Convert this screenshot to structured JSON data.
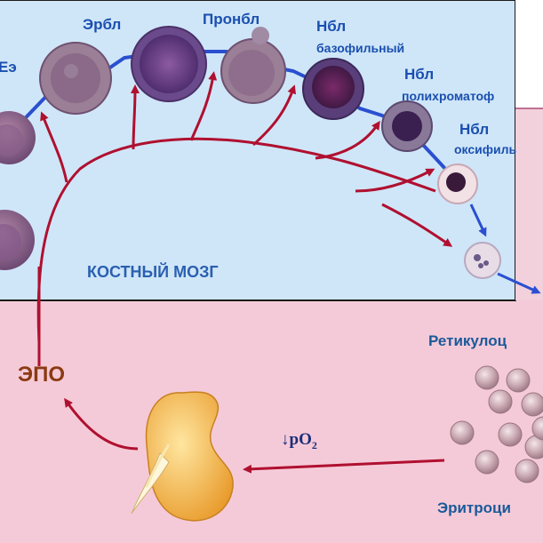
{
  "labels": {
    "ez": "Еэ",
    "erbl": "Эрбл",
    "pronbl": "Пронбл",
    "nbl1": "Нбл",
    "nbl1_sub": "базофильный",
    "nbl2": "Нбл",
    "nbl2_sub": "полихроматоф",
    "nbl3": "Нбл",
    "nbl3_sub": "оксифиль",
    "marrow": "КОСТНЫЙ МОЗГ",
    "epo": "ЭПО",
    "reticulocyte": "Ретикулоц",
    "erythrocyte": "Эритроци",
    "po2_arrow": "↓",
    "po2_p": "pO",
    "po2_sub": "2"
  },
  "colors": {
    "marrow_bg": "#cfe6f8",
    "blood_bg": "#f5cad8",
    "label_blue": "#1a4fb0",
    "epo_brown": "#8a3a12",
    "arrow_red": "#b01030",
    "arrow_blue": "#2a4fd0",
    "kidney": "#f2b544"
  }
}
